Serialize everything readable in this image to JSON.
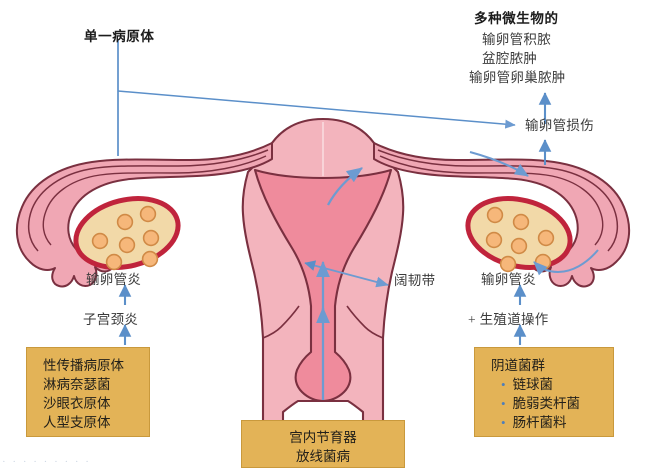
{
  "diagram": {
    "title_note": "Pathogenesis of pelvic inflammatory disease (female reproductive tract)",
    "colors": {
      "arrow_blue": "#5b8fc9",
      "box_fill": "#e3b357",
      "box_border": "#c9993c",
      "tube_pink": "#f0a7b4",
      "tube_outline": "#7a3040",
      "uterus_wall": "#f3b4bd",
      "uterus_cavity": "#ef8b9c",
      "ovary_fill": "#f2d9a8",
      "ovary_border": "#c0243c",
      "follicle_fill": "#f6b77a",
      "follicle_border": "#d08a46",
      "text_dark": "#3b3b3b"
    }
  },
  "labels": {
    "single_pathogen": "单一病原体",
    "polymicrobial_header": "多种微生物的",
    "polymicrobial_items": [
      "输卵管积脓",
      "盆腔脓肿",
      "输卵管卵巢脓肿"
    ],
    "tubal_damage": "输卵管损伤",
    "salpingitis_left": "输卵管炎",
    "salpingitis_right": "输卵管炎",
    "cervicitis": "子宫颈炎",
    "genital_tract_procedure": "+ 生殖道操作",
    "broad_ligament": "阔韧带"
  },
  "boxes": {
    "left": {
      "name": "sexually-transmitted-pathogens",
      "lines": [
        "性传播病原体",
        "淋病奈瑟菌",
        "沙眼衣原体",
        "人型支原体"
      ]
    },
    "right": {
      "name": "vaginal-flora",
      "header": "阴道菌群",
      "bullets": [
        "链球菌",
        "脆弱类杆菌",
        "肠杆菌料"
      ]
    },
    "bottom": {
      "name": "iud-actinomycosis",
      "lines": [
        "宫内节育器",
        "放线菌病"
      ]
    }
  },
  "watermark": {
    "text": "· · · · · · · · ·"
  }
}
